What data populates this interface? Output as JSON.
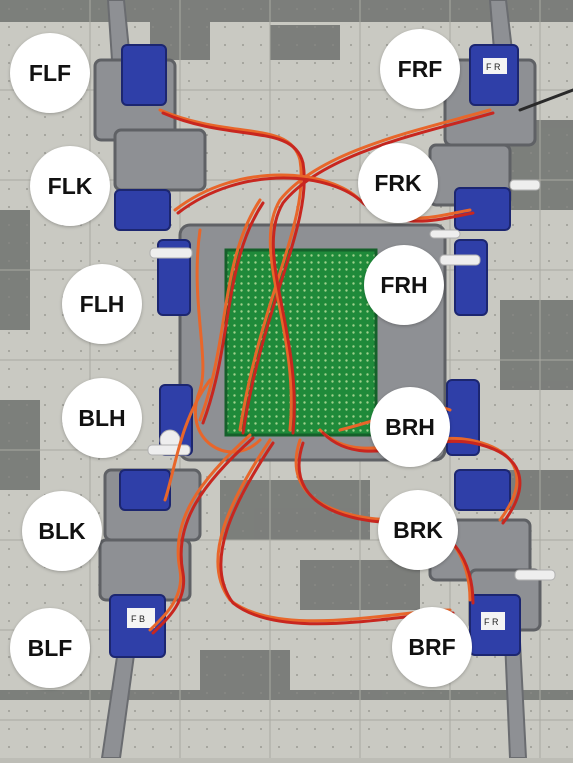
{
  "photo": {
    "colors": {
      "mat_light": "#c9c9c2",
      "mat_dark": "#6f726f",
      "frame_gray": "#8e9094",
      "servo_blue": "#2f3fa8",
      "pcb_green": "#1f8a3a",
      "wire_orange": "#e8662a",
      "wire_red": "#c8261f"
    },
    "servo_tags": {
      "front_right_foot": "F R",
      "back_left_foot": "F B",
      "back_right_foot": "F R"
    }
  },
  "labels": {
    "flf": "FLF",
    "frf": "FRF",
    "flk": "FLK",
    "frk": "FRK",
    "flh": "FLH",
    "frh": "FRH",
    "blh": "BLH",
    "brh": "BRH",
    "blk": "BLK",
    "brk": "BRK",
    "blf": "BLF",
    "brf": "BRF"
  }
}
